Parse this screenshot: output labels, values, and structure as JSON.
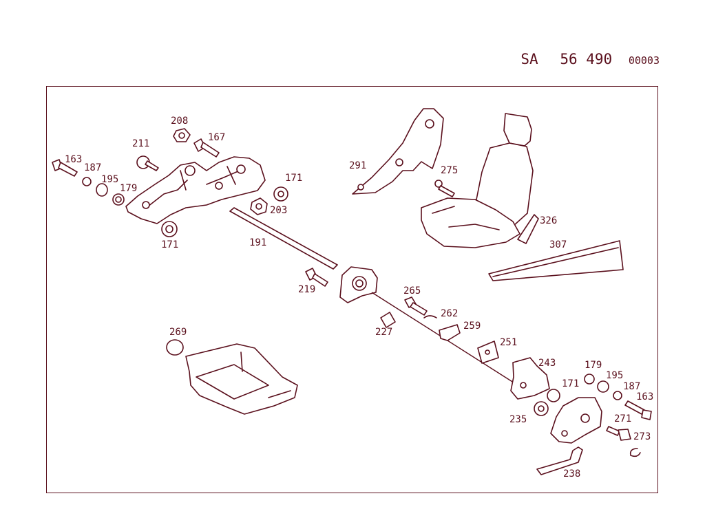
{
  "header": {
    "prefix": "SA",
    "number": "56 490",
    "sheet": "00003"
  },
  "colors": {
    "line": "#5a0f1c",
    "background": "#ffffff"
  },
  "part_labels": {
    "p208": "208",
    "p167": "167",
    "p211": "211",
    "p163a": "163",
    "p187a": "187",
    "p195a": "195",
    "p179a": "179",
    "p171a": "171",
    "p203": "203",
    "p171b": "171",
    "p191": "191",
    "p219": "219",
    "p291": "291",
    "p275": "275",
    "p326": "326",
    "p307": "307",
    "p265": "265",
    "p262": "262",
    "p227": "227",
    "p259": "259",
    "p251": "251",
    "p243": "243",
    "p179b": "179",
    "p195b": "195",
    "p187b": "187",
    "p171c": "171",
    "p163b": "163",
    "p235": "235",
    "p271": "271",
    "p273": "273",
    "p238": "238",
    "p269": "269"
  }
}
